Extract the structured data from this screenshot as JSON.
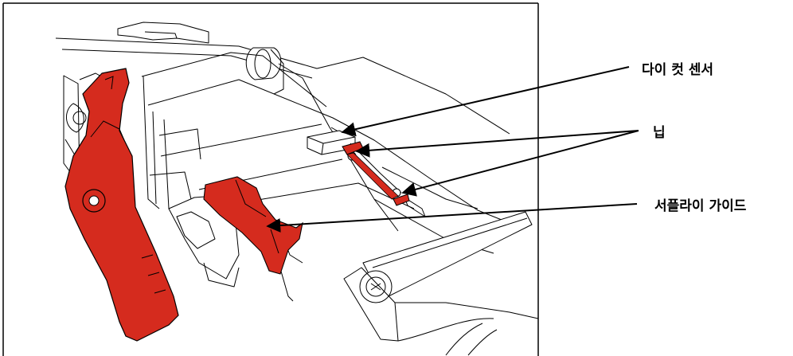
{
  "figure": {
    "accent_color": "#d52b1e",
    "line_color": "#000000",
    "labels": {
      "die_cut_sensor": "다이 컷 센서",
      "nib": "닙",
      "supply_guide": "서플라이 가이드"
    }
  }
}
